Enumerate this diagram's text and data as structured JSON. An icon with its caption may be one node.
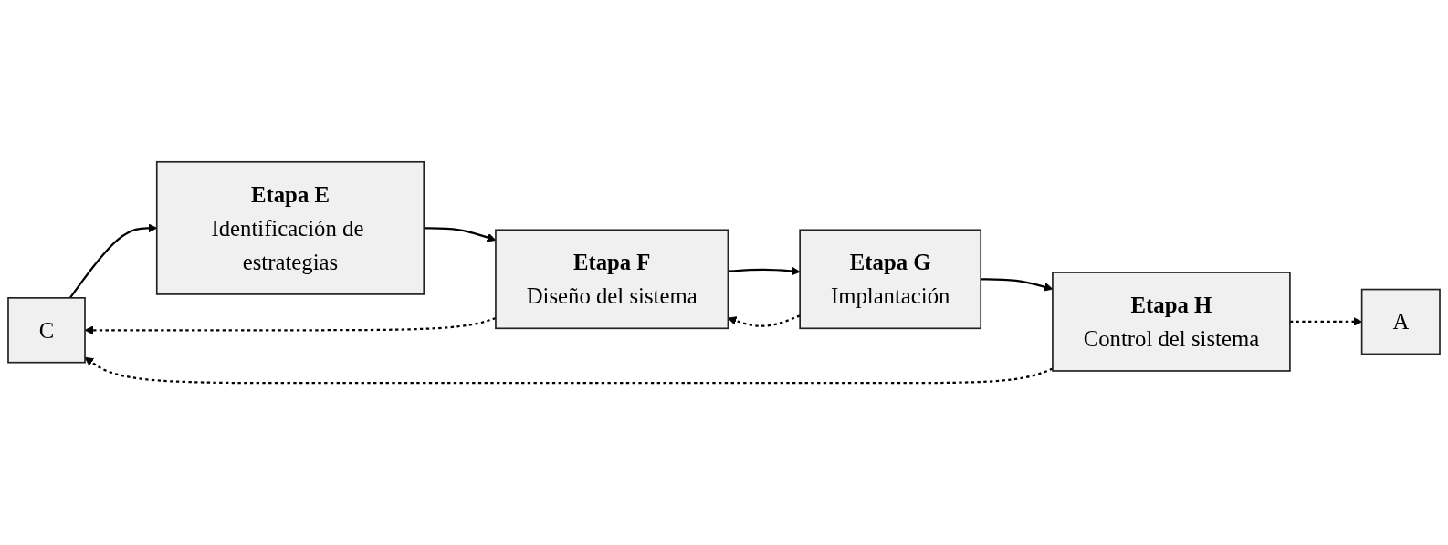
{
  "diagram": {
    "nodes": [
      {
        "text": [
          "A"
        ]
      },
      {
        "text": [
          "C"
        ]
      },
      {
        "text": [
          "Etapa E",
          "Identificación de estrategias"
        ]
      },
      {
        "text": [
          "Etapa F",
          "Diseño del sistema"
        ]
      },
      {
        "text": [
          "Etapa G",
          "Implantación"
        ]
      },
      {
        "text": [
          "Etapa H",
          "Control del sistema"
        ]
      }
    ],
    "edges": [
      {
        "from": 1,
        "to": 2,
        "arrow": "to"
      },
      {
        "from": 2,
        "to": 3,
        "arrow": "to"
      },
      {
        "from": 3,
        "to": 4,
        "arrow": "to"
      },
      {
        "from": 4,
        "to": 3,
        "arrow": "to",
        "style": "dashed"
      },
      {
        "from": 4,
        "to": 5,
        "arrow": "to"
      },
      {
        "from": 5,
        "to": 0,
        "arrow": "to",
        "style": "dashed"
      },
      {
        "from": 5,
        "to": 1,
        "arrow": "to",
        "style": "dashed"
      },
      {
        "from": 3,
        "to": 1,
        "arrow": "to",
        "style": "dashed"
      }
    ]
  }
}
